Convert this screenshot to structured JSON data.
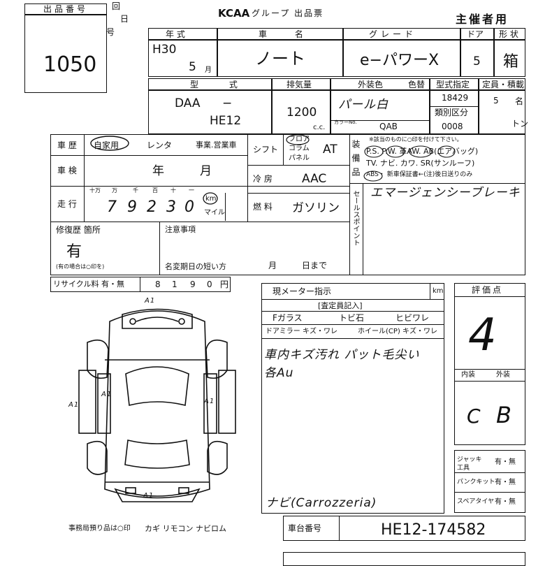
{
  "lot_box": {
    "label": "出品番号",
    "number": "1050"
  },
  "kai": {
    "kai": "回",
    "nichi": "日",
    "gou": "号"
  },
  "header": {
    "logo": "KCAA",
    "title": "グループ 出品票",
    "host": "主催者用"
  },
  "row1": {
    "year_label": "年 式",
    "name_label": "車 名",
    "grade_label": "グレード",
    "doors_label": "ドア",
    "shape_label": "形 状",
    "year": "H30",
    "month": "5",
    "month_unit": "月",
    "car_name": "ノート",
    "grade": "e−パワーX",
    "doors": "5",
    "shape": "箱"
  },
  "row2": {
    "model_label": "型 式",
    "displacement_label": "排気量",
    "exterior_label": "外装色",
    "interior_label": "色替",
    "designation_label": "型式指定",
    "category_label": "類別区分",
    "capacity_label": "定員・積載",
    "model_prefix": "DAA",
    "model_dash": "−",
    "model_code": "HE12",
    "displacement": "1200",
    "cc": "c.c.",
    "color": "パール白",
    "color_no_label": "カラーNo.",
    "color_no": "QAB",
    "designation": "18429",
    "category": "0008",
    "capacity": "5",
    "capacity_unit": "名",
    "ton_unit": "トン"
  },
  "history": {
    "label": "車 歴",
    "private": "自家用",
    "rental": "レンタ",
    "business": "事業.営業車",
    "shaken_label": "車 検",
    "shaken_year": "年",
    "shaken_month": "月",
    "mileage_label": "走 行",
    "digit_labels": [
      "十万",
      "万",
      "千",
      "百",
      "十",
      "一"
    ],
    "mileage_digits": [
      "7",
      "9",
      "2",
      "3",
      "0"
    ],
    "km": "km",
    "mile": "マイル"
  },
  "spec": {
    "shift_label": "シフト",
    "shift_options": [
      "フロア",
      "コラム",
      "パネル"
    ],
    "shift": "AT",
    "aircon_label": "冷 房",
    "aircon": "AAC",
    "fuel_label": "燃 料",
    "fuel": "ガソリン"
  },
  "equipment": {
    "label": "装備品",
    "note": "※該当のものに○印を付けて下さい。",
    "line1": "P.S. P.W. 革AW. AB(エアバッグ)",
    "line2": "TV. ナビ. カワ. SR(サンルーフ)",
    "line3": "ABS・ 新車保証書←(注)後日送りのみ"
  },
  "sales_point": {
    "label": "セールスポイント",
    "text": "エマージェンシーブレーキ"
  },
  "repair": {
    "label": "修復歴 箇所",
    "value": "有",
    "note": "(有の場合は○印を)",
    "caution_label": "注意事項",
    "deadline_label": "名変期日の短い方",
    "deadline_month": "月",
    "deadline_day": "日まで"
  },
  "recycle": {
    "label": "リサイクル料 有・無",
    "digits": [
      "8",
      "1",
      "9",
      "0"
    ],
    "unit": "円"
  },
  "inspector": {
    "meter_label": "現メーター指示",
    "km": "km",
    "header": "[査定員記入]",
    "f_glass": "Fガラス",
    "tobiishi": "トビ石",
    "hibi": "ヒビワレ",
    "door_mirror": "ドアミラー キズ・ワレ",
    "wheel": "ホイール(CP) キズ・ワレ",
    "note1": "車内キズ汚れ パット毛尖い",
    "note2": "各Au",
    "navi": "ナビ(Carrozzeria)"
  },
  "diagram": {
    "mark_top": "A1",
    "mark_left": "A1",
    "mark_side": "A1",
    "mark_right": "A1",
    "mark_bottom": "A1"
  },
  "score": {
    "label": "評価点",
    "value": "4",
    "interior_label": "内装",
    "exterior_label": "外装",
    "interior": "C",
    "exterior": "B"
  },
  "tools": {
    "jack": "ジャッキ 工具",
    "puncture": "パンクキット",
    "spare": "スペアタイヤ",
    "yes_no": "有・無"
  },
  "office": {
    "text": "事務局預り品は○印",
    "items": "カギ リモコン ナビロム"
  },
  "chassis": {
    "label": "車台番号",
    "value": "HE12-174582"
  }
}
